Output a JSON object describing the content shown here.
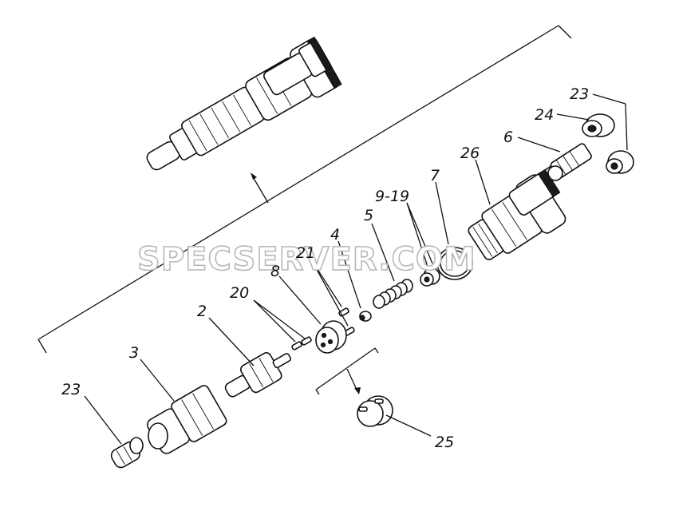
{
  "labels": {
    "l23a": "23",
    "l24": "24",
    "l6": "6",
    "l26": "26",
    "l7": "7",
    "l919": "9-19",
    "l5": "5",
    "l4": "4",
    "l21": "21",
    "l8": "8",
    "l20": "20",
    "l2": "2",
    "l3": "3",
    "l23b": "23",
    "l25": "25"
  },
  "watermark": "SPECSERVER.COM"
}
